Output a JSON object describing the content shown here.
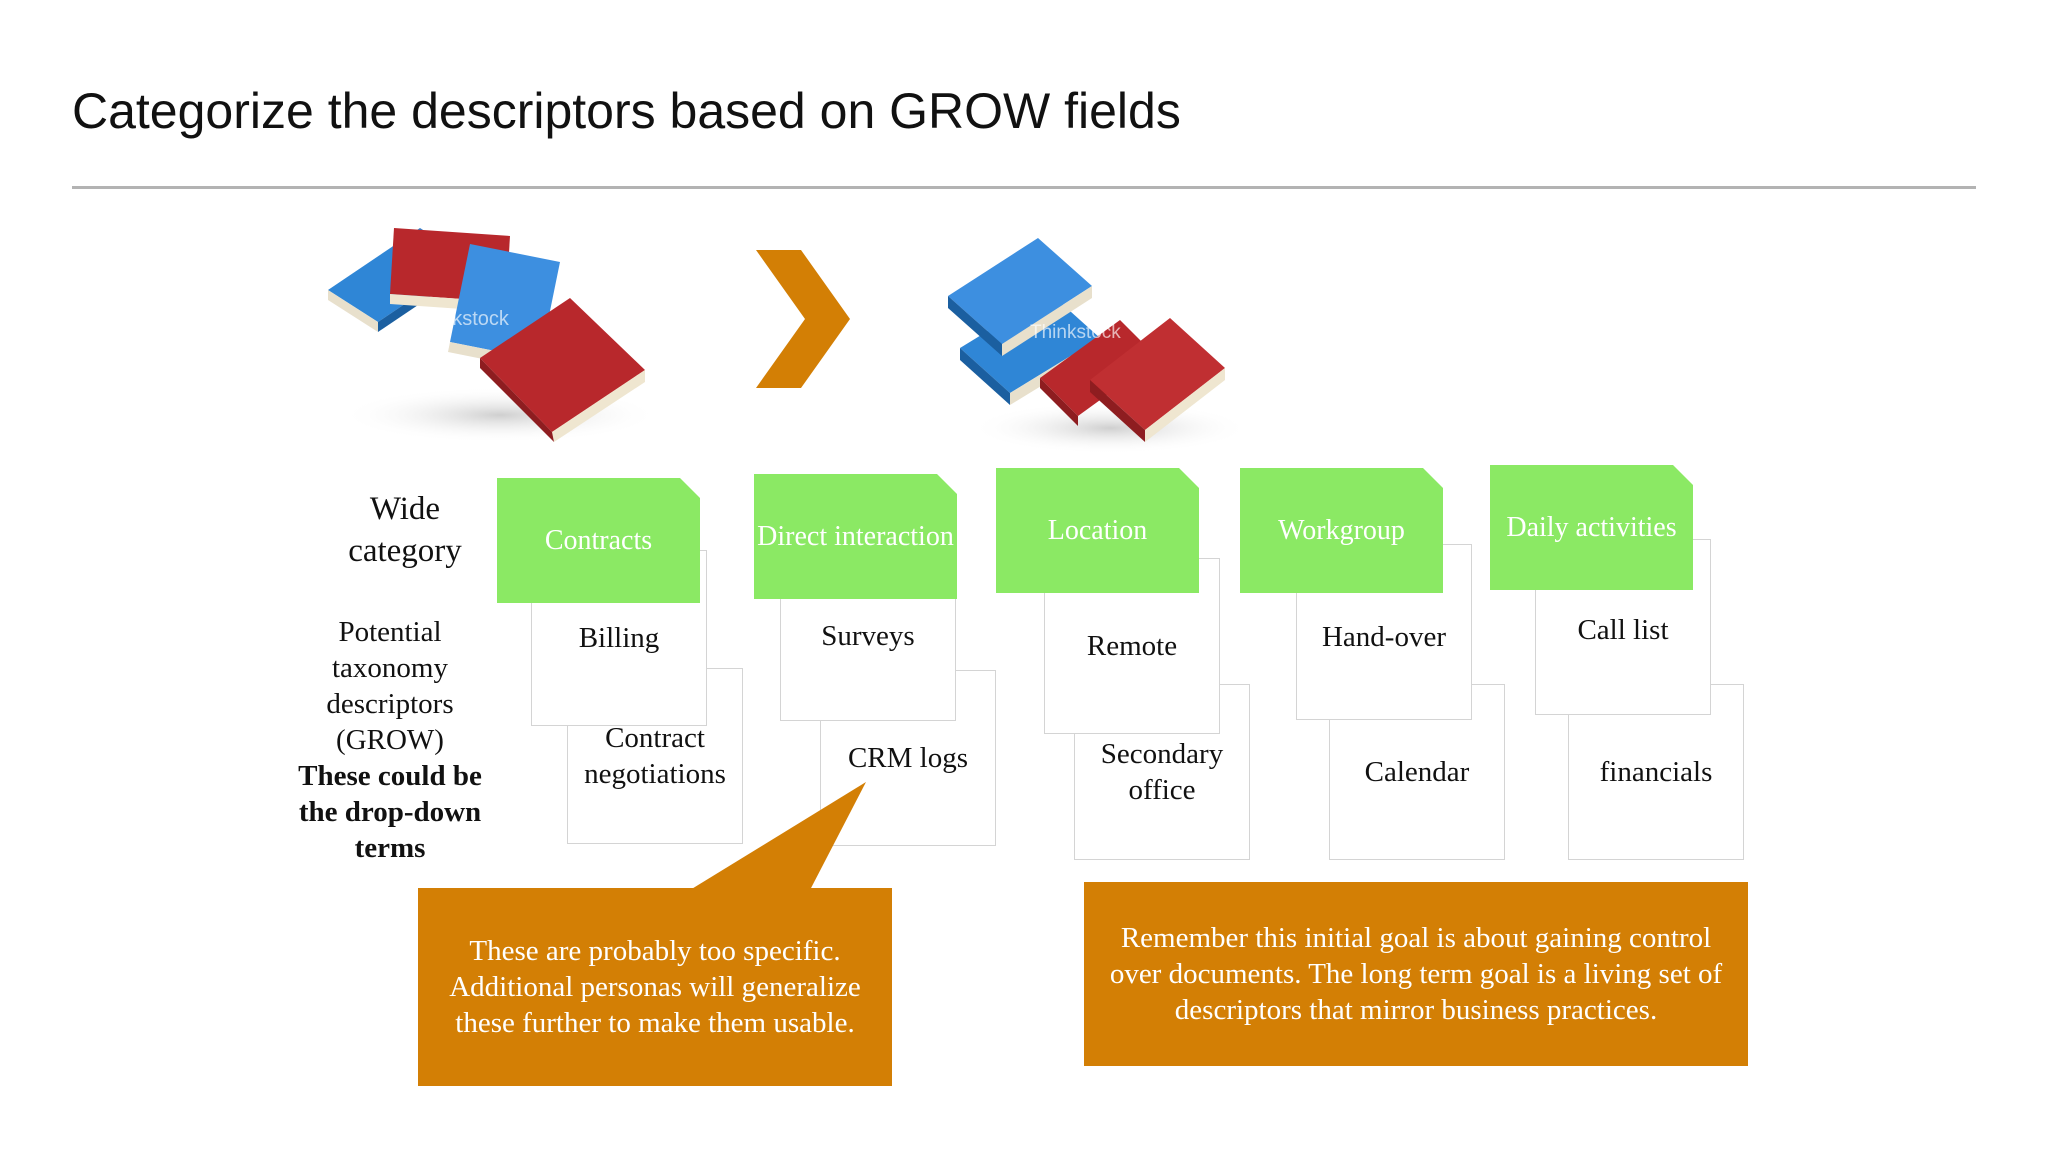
{
  "title": "Categorize the descriptors based on GROW fields",
  "side_labels": {
    "wide_category": "Wide category",
    "potential": "Potential taxonomy descriptors (GROW)",
    "bold_note": "These could be the drop-down terms"
  },
  "watermarks": [
    "thinkstock",
    "Thinkstock"
  ],
  "categories": [
    {
      "label": "Contracts",
      "descriptors": [
        "Billing",
        "Contract negotiations"
      ]
    },
    {
      "label": "Direct interaction",
      "descriptors": [
        "Surveys",
        "CRM logs"
      ]
    },
    {
      "label": "Location",
      "descriptors": [
        "Remote",
        "Secondary office"
      ]
    },
    {
      "label": "Workgroup",
      "descriptors": [
        "Hand-over",
        "Calendar"
      ]
    },
    {
      "label": "Daily activities",
      "descriptors": [
        "Call list",
        "financials"
      ]
    }
  ],
  "callouts": {
    "left": "These are probably too specific. Additional personas will generalize these further to make them usable.",
    "right": "Remember this initial goal is about gaining control over documents. The long term goal is a living set of descriptors that mirror business practices."
  },
  "colors": {
    "category_green": "#8be964",
    "callout_orange": "#d37f05",
    "arrow_orange": "#d37f05",
    "book_blue": "#2f86d6",
    "book_red": "#b8282c"
  },
  "icons": [
    "messy-books-image",
    "chevron-right-icon",
    "stacked-books-image"
  ]
}
